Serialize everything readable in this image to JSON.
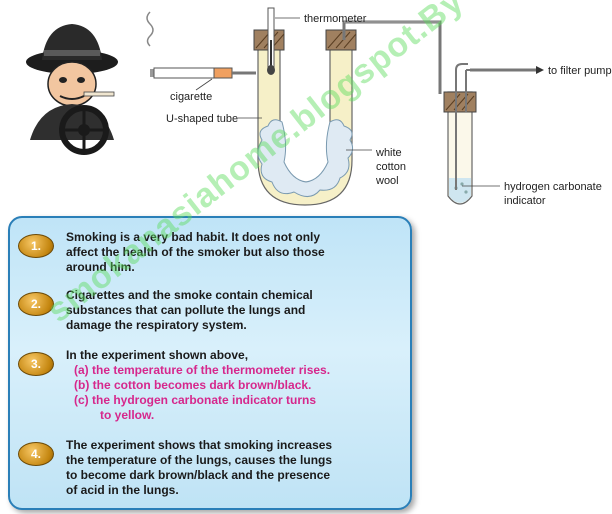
{
  "diagram": {
    "labels": {
      "thermometer": "thermometer",
      "filter_pump": "to filter pump",
      "cigarette": "cigarette",
      "u_tube": "U-shaped tube",
      "cotton_line1": "white",
      "cotton_line2": "cotton",
      "cotton_line3": "wool",
      "indicator_line1": "hydrogen carbonate",
      "indicator_line2": "indicator"
    }
  },
  "points": [
    {
      "number": "1.",
      "lines": [
        "Smoking is a very bad habit. It does not only",
        "affect the health of the smoker but also those",
        "around him."
      ]
    },
    {
      "number": "2.",
      "lines": [
        "Cigarettes and the smoke contain chemical",
        "substances that can pollute the lungs and",
        "damage the respiratory system."
      ]
    },
    {
      "number": "3.",
      "intro": "In the experiment shown above,",
      "sub": {
        "a": "(a) the temperature of the thermometer rises.",
        "b": "(b) the cotton becomes dark brown/black.",
        "c1": "(c) the hydrogen carbonate indicator turns",
        "c2": "to yellow."
      }
    },
    {
      "number": "4.",
      "lines": [
        "The experiment shows that smoking increases",
        "the temperature of the lungs, causes the lungs",
        "to become dark brown/black and the presence",
        "of acid in the lungs."
      ]
    }
  ],
  "watermark": "smokanasiahome.blogspot.By Ajey",
  "colors": {
    "panel_border": "#2a7fb8",
    "badge": "#c4860f",
    "highlight_text": "#d6278c",
    "tube_fill": "#f6f0c8",
    "indicator_liquid": "#cfe6f0"
  }
}
